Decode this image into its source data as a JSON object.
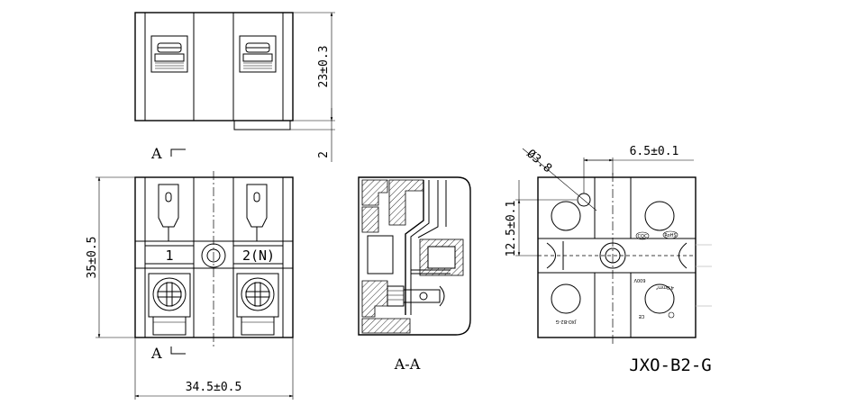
{
  "top_view": {
    "dim_height": "23±0.3",
    "dim_base": "2"
  },
  "front_view": {
    "section_mark_top": "A",
    "section_mark_bottom": "A",
    "terminal_1_label": "1",
    "terminal_2_label": "2(N)",
    "dim_height": "35±0.5",
    "dim_width": "34.5±0.5"
  },
  "section_view": {
    "label": "A-A"
  },
  "back_view": {
    "dim_hole": "Ø3.8",
    "dim_offset_x": "6.5±0.1",
    "dim_offset_y": "12.5±0.1",
    "marking_current": "4.0mm²",
    "marking_voltage": "600V",
    "marking_model": "JXO-B2-G",
    "cert_ce": "CE",
    "cert_cqc": "CQC",
    "cert_rohs": "RoHS",
    "model": "JXO-B2-G"
  }
}
